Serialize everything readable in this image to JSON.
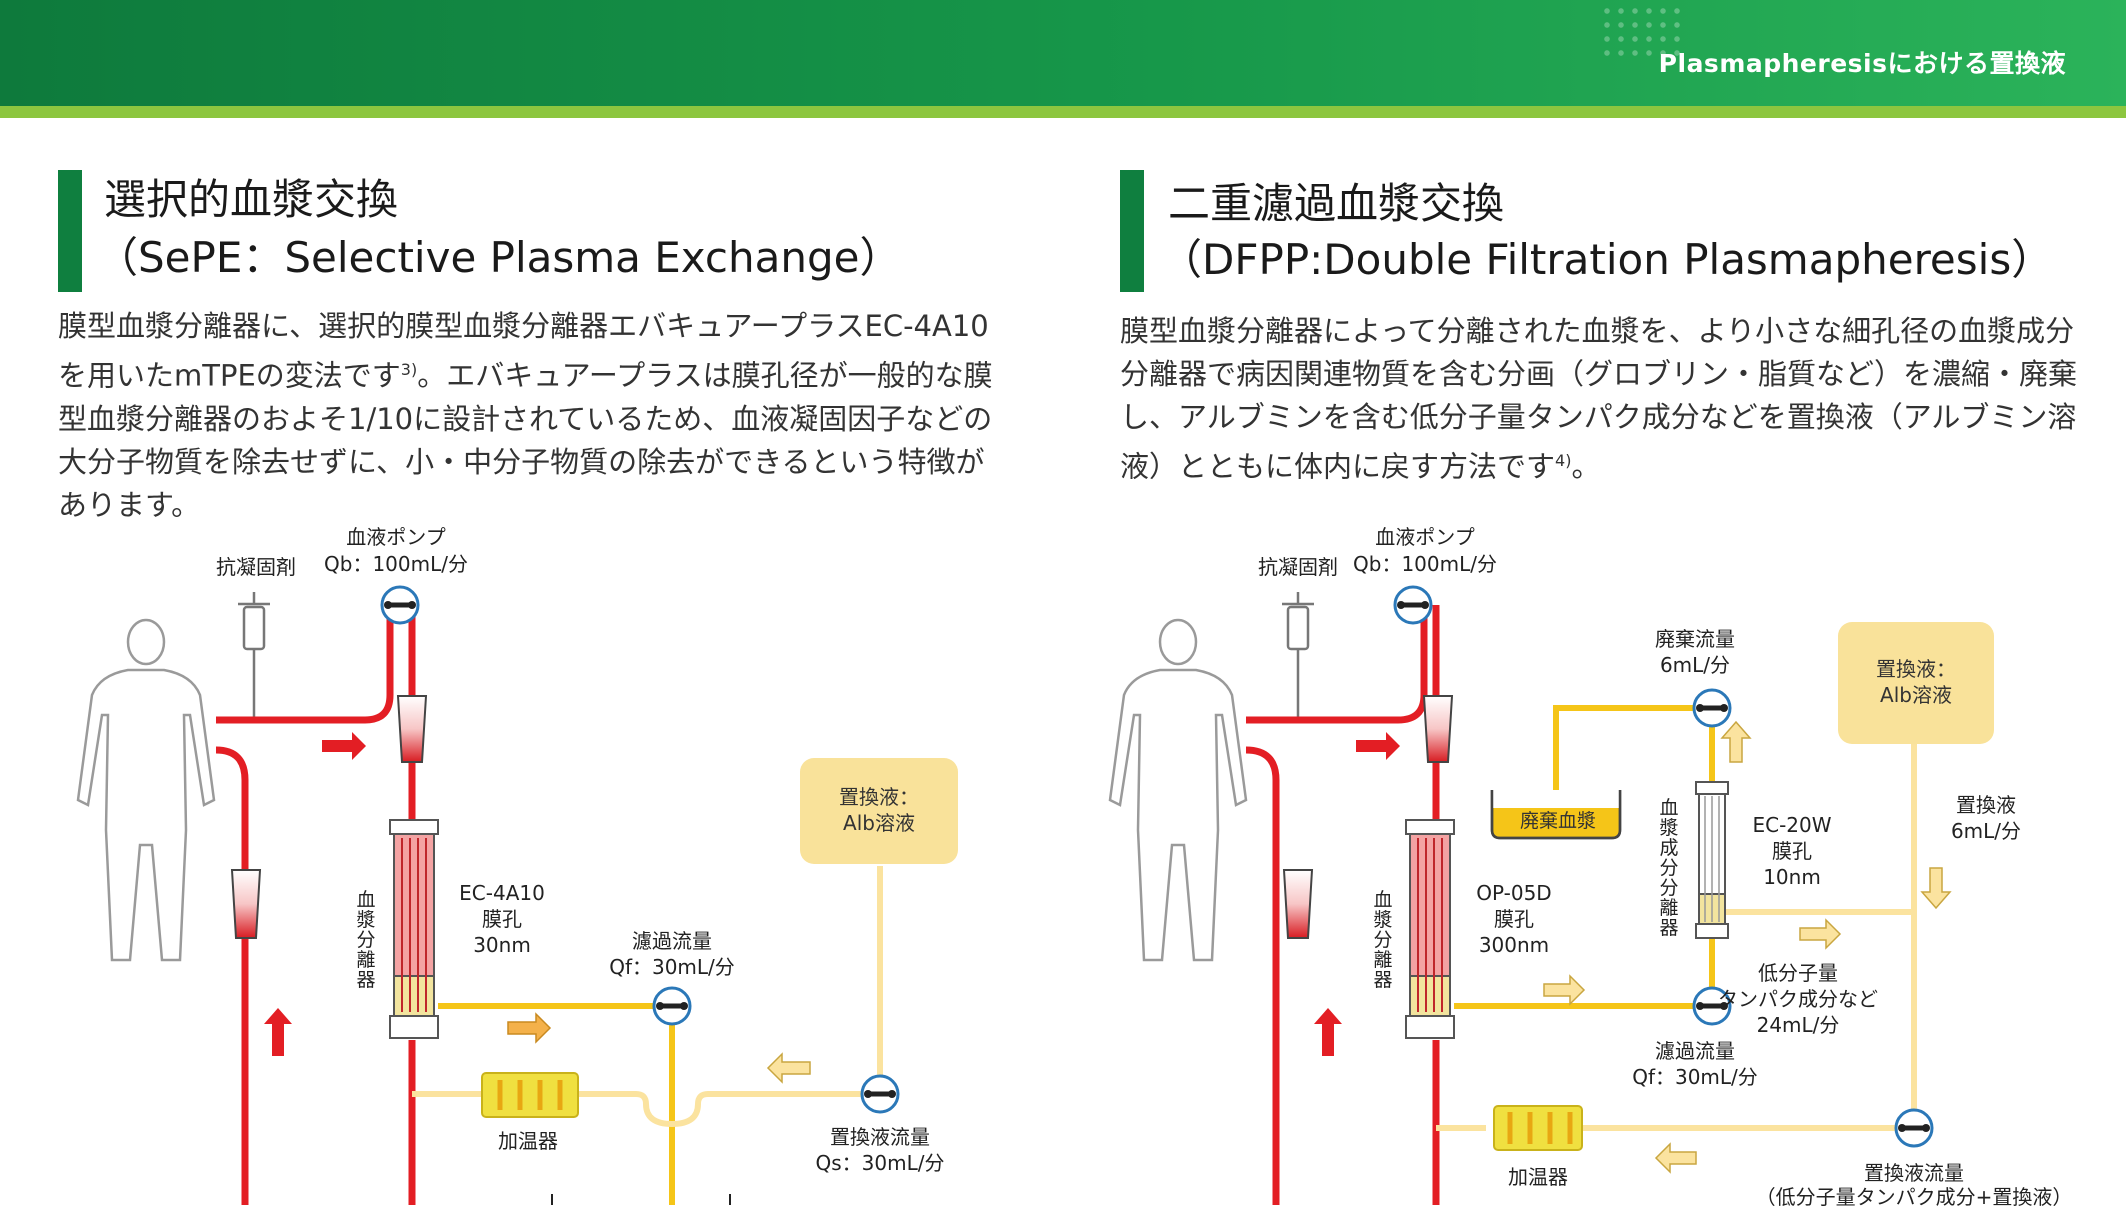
{
  "header": {
    "title": "Plasmapheresisにおける置換液"
  },
  "left": {
    "title_line1": "選択的血漿交換",
    "title_line2": "（SePE：Selective Plasma Exchange）",
    "text_1": "膜型血漿分離器に、選択的膜型血漿分離器エバキュアープラスEC-4A10を用いたmTPEの変法です",
    "ref_1": "3)",
    "text_2": "。エバキュアープラスは膜孔径が一般的な膜型血漿分離器のおよそ1/10に設計されているため、血液凝固因子などの大分子物質を除去せずに、小・中分子物質の除去ができるという特徴があります。",
    "diagram": {
      "anticoagulant": "抗凝固剤",
      "pump_label": "血液ポンプ",
      "pump_rate": "Qb：100mL/分",
      "separator_label": "血漿分離器",
      "filter_name": "EC-4A10",
      "pore_label": "膜孔",
      "pore_size": "30nm",
      "filtration_label": "濾過流量",
      "filtration_rate": "Qf：30mL/分",
      "replacement_line1": "置換液：",
      "replacement_line2": "Alb溶液",
      "warmer": "加温器",
      "replacement_flow_label": "置換液流量",
      "replacement_flow_rate": "Qs：30mL/分"
    }
  },
  "right": {
    "title_line1": "二重濾過血漿交換",
    "title_line2": "（DFPP:Double Filtration Plasmapheresis）",
    "text_1": "膜型血漿分離器によって分離された血漿を、より小さな細孔径の血漿成分分離器で病因関連物質を含む分画（グロブリン・脂質など）を濃縮・廃棄し、アルブミンを含む低分子量タンパク成分などを置換液（アルブミン溶液）とともに体内に戻す方法です",
    "ref_1": "4)",
    "text_2": "。",
    "diagram": {
      "anticoagulant": "抗凝固剤",
      "pump_label": "血液ポンプ",
      "pump_rate": "Qb：100mL/分",
      "separator_label": "血漿分離器",
      "filter_name": "OP-05D",
      "pore_label": "膜孔",
      "pore_size": "300nm",
      "waste_flow_label": "廃棄流量",
      "waste_flow_rate": "6mL/分",
      "waste_plasma": "廃棄血漿",
      "component_separator": "血漿成分分離器",
      "filter2_name": "EC-20W",
      "pore2_label": "膜孔",
      "pore2_size": "10nm",
      "replacement_line1": "置換液：",
      "replacement_line2": "Alb溶液",
      "replacement_rate_label": "置換液",
      "replacement_rate": "6mL/分",
      "low_mw_line1": "低分子量",
      "low_mw_line2": "タンパク成分など",
      "low_mw_rate": "24mL/分",
      "filtration_label": "濾過流量",
      "filtration_rate": "Qf：30mL/分",
      "warmer": "加温器",
      "replacement_flow_label": "置換液流量",
      "replacement_flow_rate": "（低分子量タンパク成分+置換液）"
    }
  },
  "colors": {
    "header_green": "#17984a",
    "accent_bar": "#0f7f3f",
    "blood_red": "#e31e24",
    "plasma_yellow": "#f5c518",
    "replacement_pale": "#fbe39f"
  }
}
